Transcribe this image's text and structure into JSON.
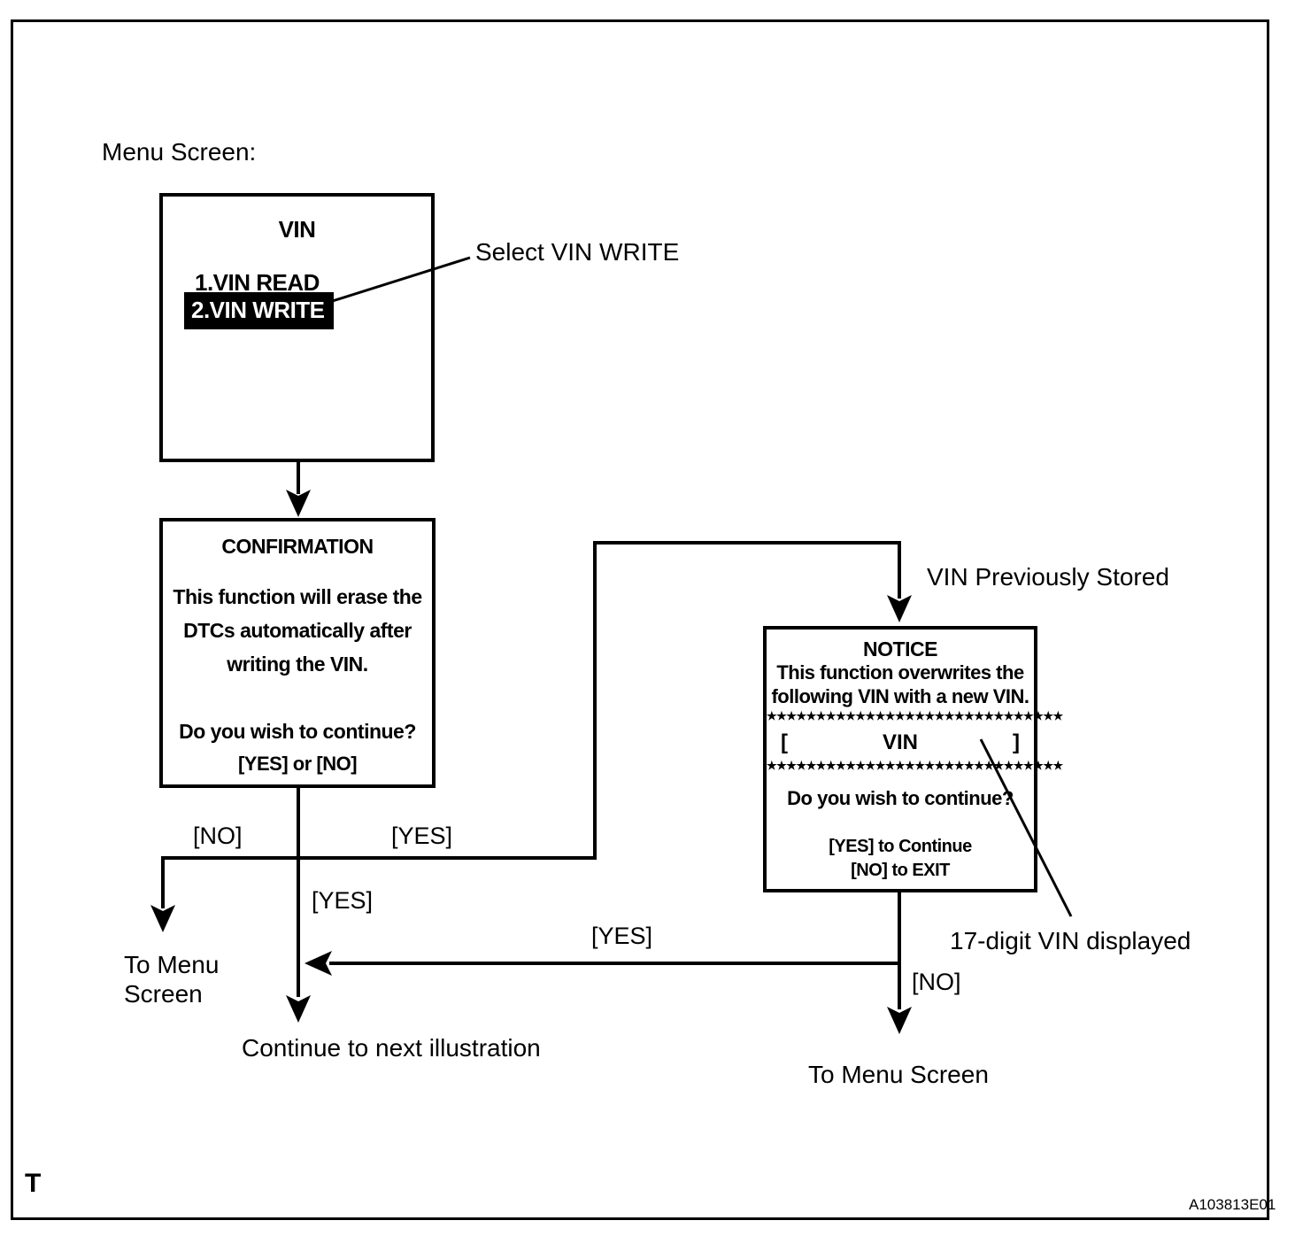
{
  "page": {
    "heading": "Menu Screen:",
    "footer_left": "T",
    "footer_right": "A103813E01"
  },
  "menu_box": {
    "title": "VIN",
    "items": [
      {
        "label": "1.VIN READ",
        "selected": false
      },
      {
        "label": "2.VIN WRITE",
        "selected": true
      }
    ]
  },
  "callouts": {
    "select_vin_write": "Select VIN WRITE",
    "vin_previously_stored": "VIN Previously Stored",
    "vin_displayed": "17-digit VIN displayed"
  },
  "confirmation_box": {
    "title": "CONFIRMATION",
    "body_lines": [
      "This function will erase the",
      "DTCs automatically after",
      "writing the VIN."
    ],
    "question": "Do you wish to continue?",
    "options": "[YES] or [NO]"
  },
  "notice_box": {
    "title": "NOTICE",
    "body_lines": [
      "This function overwrites the",
      "following VIN with a new VIN."
    ],
    "stars": "★★★★★★★★★★★★★★★★★★★★★★★★★★★★★★",
    "vin_row": {
      "open": "[",
      "label": "VIN",
      "close": "]"
    },
    "question": "Do you wish to continue?",
    "options": [
      "[YES] to Continue",
      "[NO] to EXIT"
    ]
  },
  "branch_labels": {
    "confirmation_no": "[NO]",
    "confirmation_yes_right": "[YES]",
    "confirmation_yes_down": "[YES]",
    "notice_yes_return": "[YES]",
    "notice_no_down": "[NO]"
  },
  "terminals": {
    "to_menu_left_line1": "To Menu",
    "to_menu_left_line2": "Screen",
    "continue_next": "Continue to next illustration",
    "to_menu_right": "To Menu Screen"
  },
  "colors": {
    "ink": "#000000",
    "paper": "#ffffff"
  }
}
